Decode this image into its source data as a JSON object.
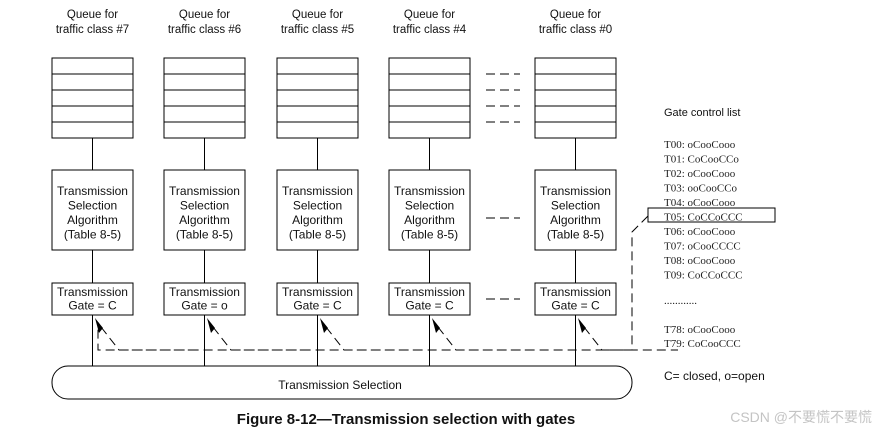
{
  "queues": [
    {
      "queue_label_1": "Queue for",
      "queue_label_2": "traffic class #7",
      "tsa_lines": [
        "Transmission",
        "Selection",
        "Algorithm",
        "(Table 8-5)"
      ],
      "gate_lines": [
        "Transmission",
        "Gate = C"
      ]
    },
    {
      "queue_label_1": "Queue for",
      "queue_label_2": "traffic class #6",
      "tsa_lines": [
        "Transmission",
        "Selection",
        "Algorithm",
        "(Table 8-5)"
      ],
      "gate_lines": [
        "Transmission",
        "Gate = o"
      ]
    },
    {
      "queue_label_1": "Queue for",
      "queue_label_2": "traffic class #5",
      "tsa_lines": [
        "Transmission",
        "Selection",
        "Algorithm",
        "(Table 8-5)"
      ],
      "gate_lines": [
        "Transmission",
        "Gate = C"
      ]
    },
    {
      "queue_label_1": "Queue for",
      "queue_label_2": "traffic class #4",
      "tsa_lines": [
        "Transmission",
        "Selection",
        "Algorithm",
        "(Table 8-5)"
      ],
      "gate_lines": [
        "Transmission",
        "Gate = C"
      ]
    },
    {
      "queue_label_1": "Queue for",
      "queue_label_2": "traffic class #0",
      "tsa_lines": [
        "Transmission",
        "Selection",
        "Algorithm",
        "(Table 8-5)"
      ],
      "gate_lines": [
        "Transmission",
        "Gate = C"
      ]
    }
  ],
  "gate_control_list": {
    "title": "Gate control list",
    "entries": [
      "T00: oCooCooo",
      "T01: CoCooCCo",
      "T02: oCooCooo",
      "T03: ooCooCCo",
      "T04: oCooCooo",
      "T05: CoCCoCCC",
      "T06: oCooCooo",
      "T07: oCooCCCC",
      "T08: oCooCooo",
      "T09: CoCCoCCC"
    ],
    "highlighted_index": 5,
    "ellipsis": "............",
    "tail_entries": [
      "T78: oCooCooo",
      "T79: CoCooCCC"
    ],
    "legend": "C= closed, o=open"
  },
  "transmission_selection_label": "Transmission Selection",
  "caption": "Figure 8-12—Transmission selection with gates",
  "watermark": "CSDN @不要慌不要慌"
}
